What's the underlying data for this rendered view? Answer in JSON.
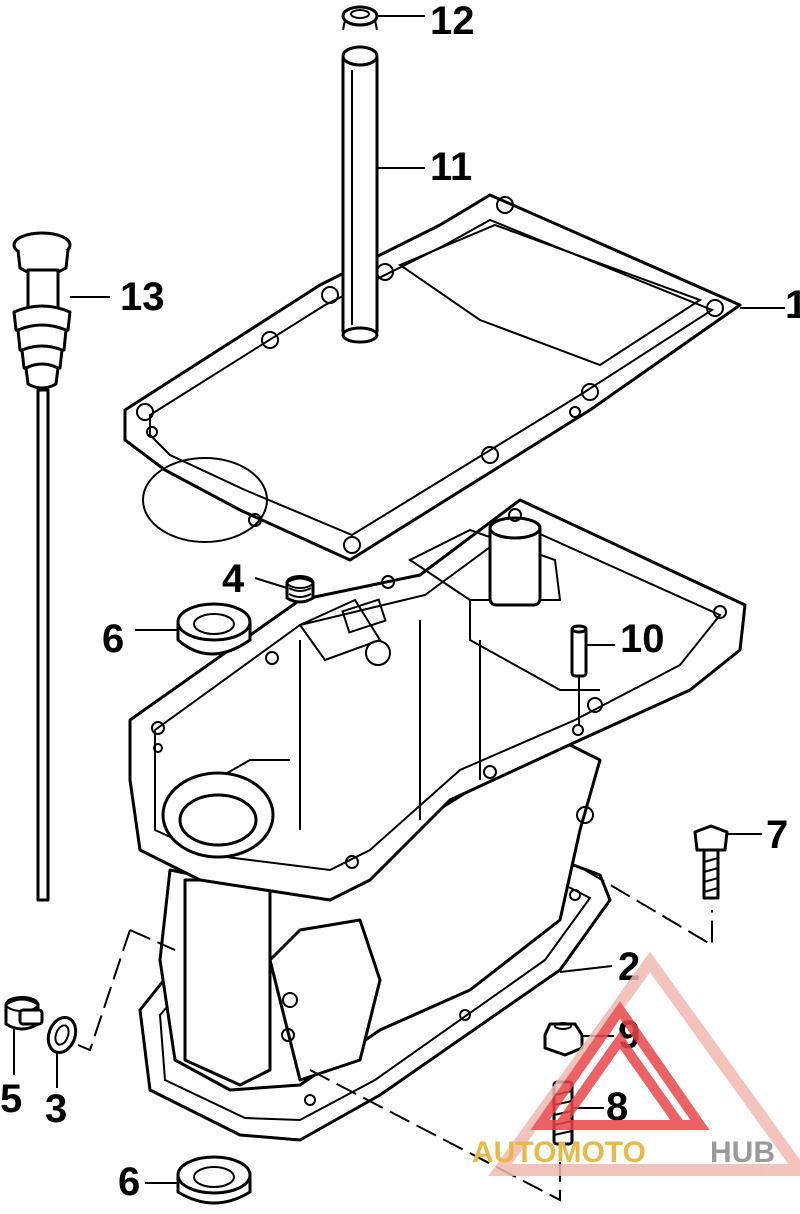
{
  "callouts": [
    {
      "id": "1",
      "label": "1"
    },
    {
      "id": "2",
      "label": "2"
    },
    {
      "id": "3",
      "label": "3"
    },
    {
      "id": "4",
      "label": "4"
    },
    {
      "id": "5",
      "label": "5"
    },
    {
      "id": "6a",
      "label": "6"
    },
    {
      "id": "6b",
      "label": "6"
    },
    {
      "id": "7",
      "label": "7"
    },
    {
      "id": "8",
      "label": "8"
    },
    {
      "id": "9",
      "label": "9"
    },
    {
      "id": "10",
      "label": "10"
    },
    {
      "id": "11",
      "label": "11"
    },
    {
      "id": "12",
      "label": "12"
    },
    {
      "id": "13",
      "label": "13"
    }
  ],
  "watermark": {
    "part1": "AUTOMOTO",
    "part2": "HUB",
    "color_accent": "#e8464a",
    "color_accent_light": "#f2b8b0",
    "color_gold": "#e9b84a",
    "color_gray": "#9a9a9a"
  }
}
